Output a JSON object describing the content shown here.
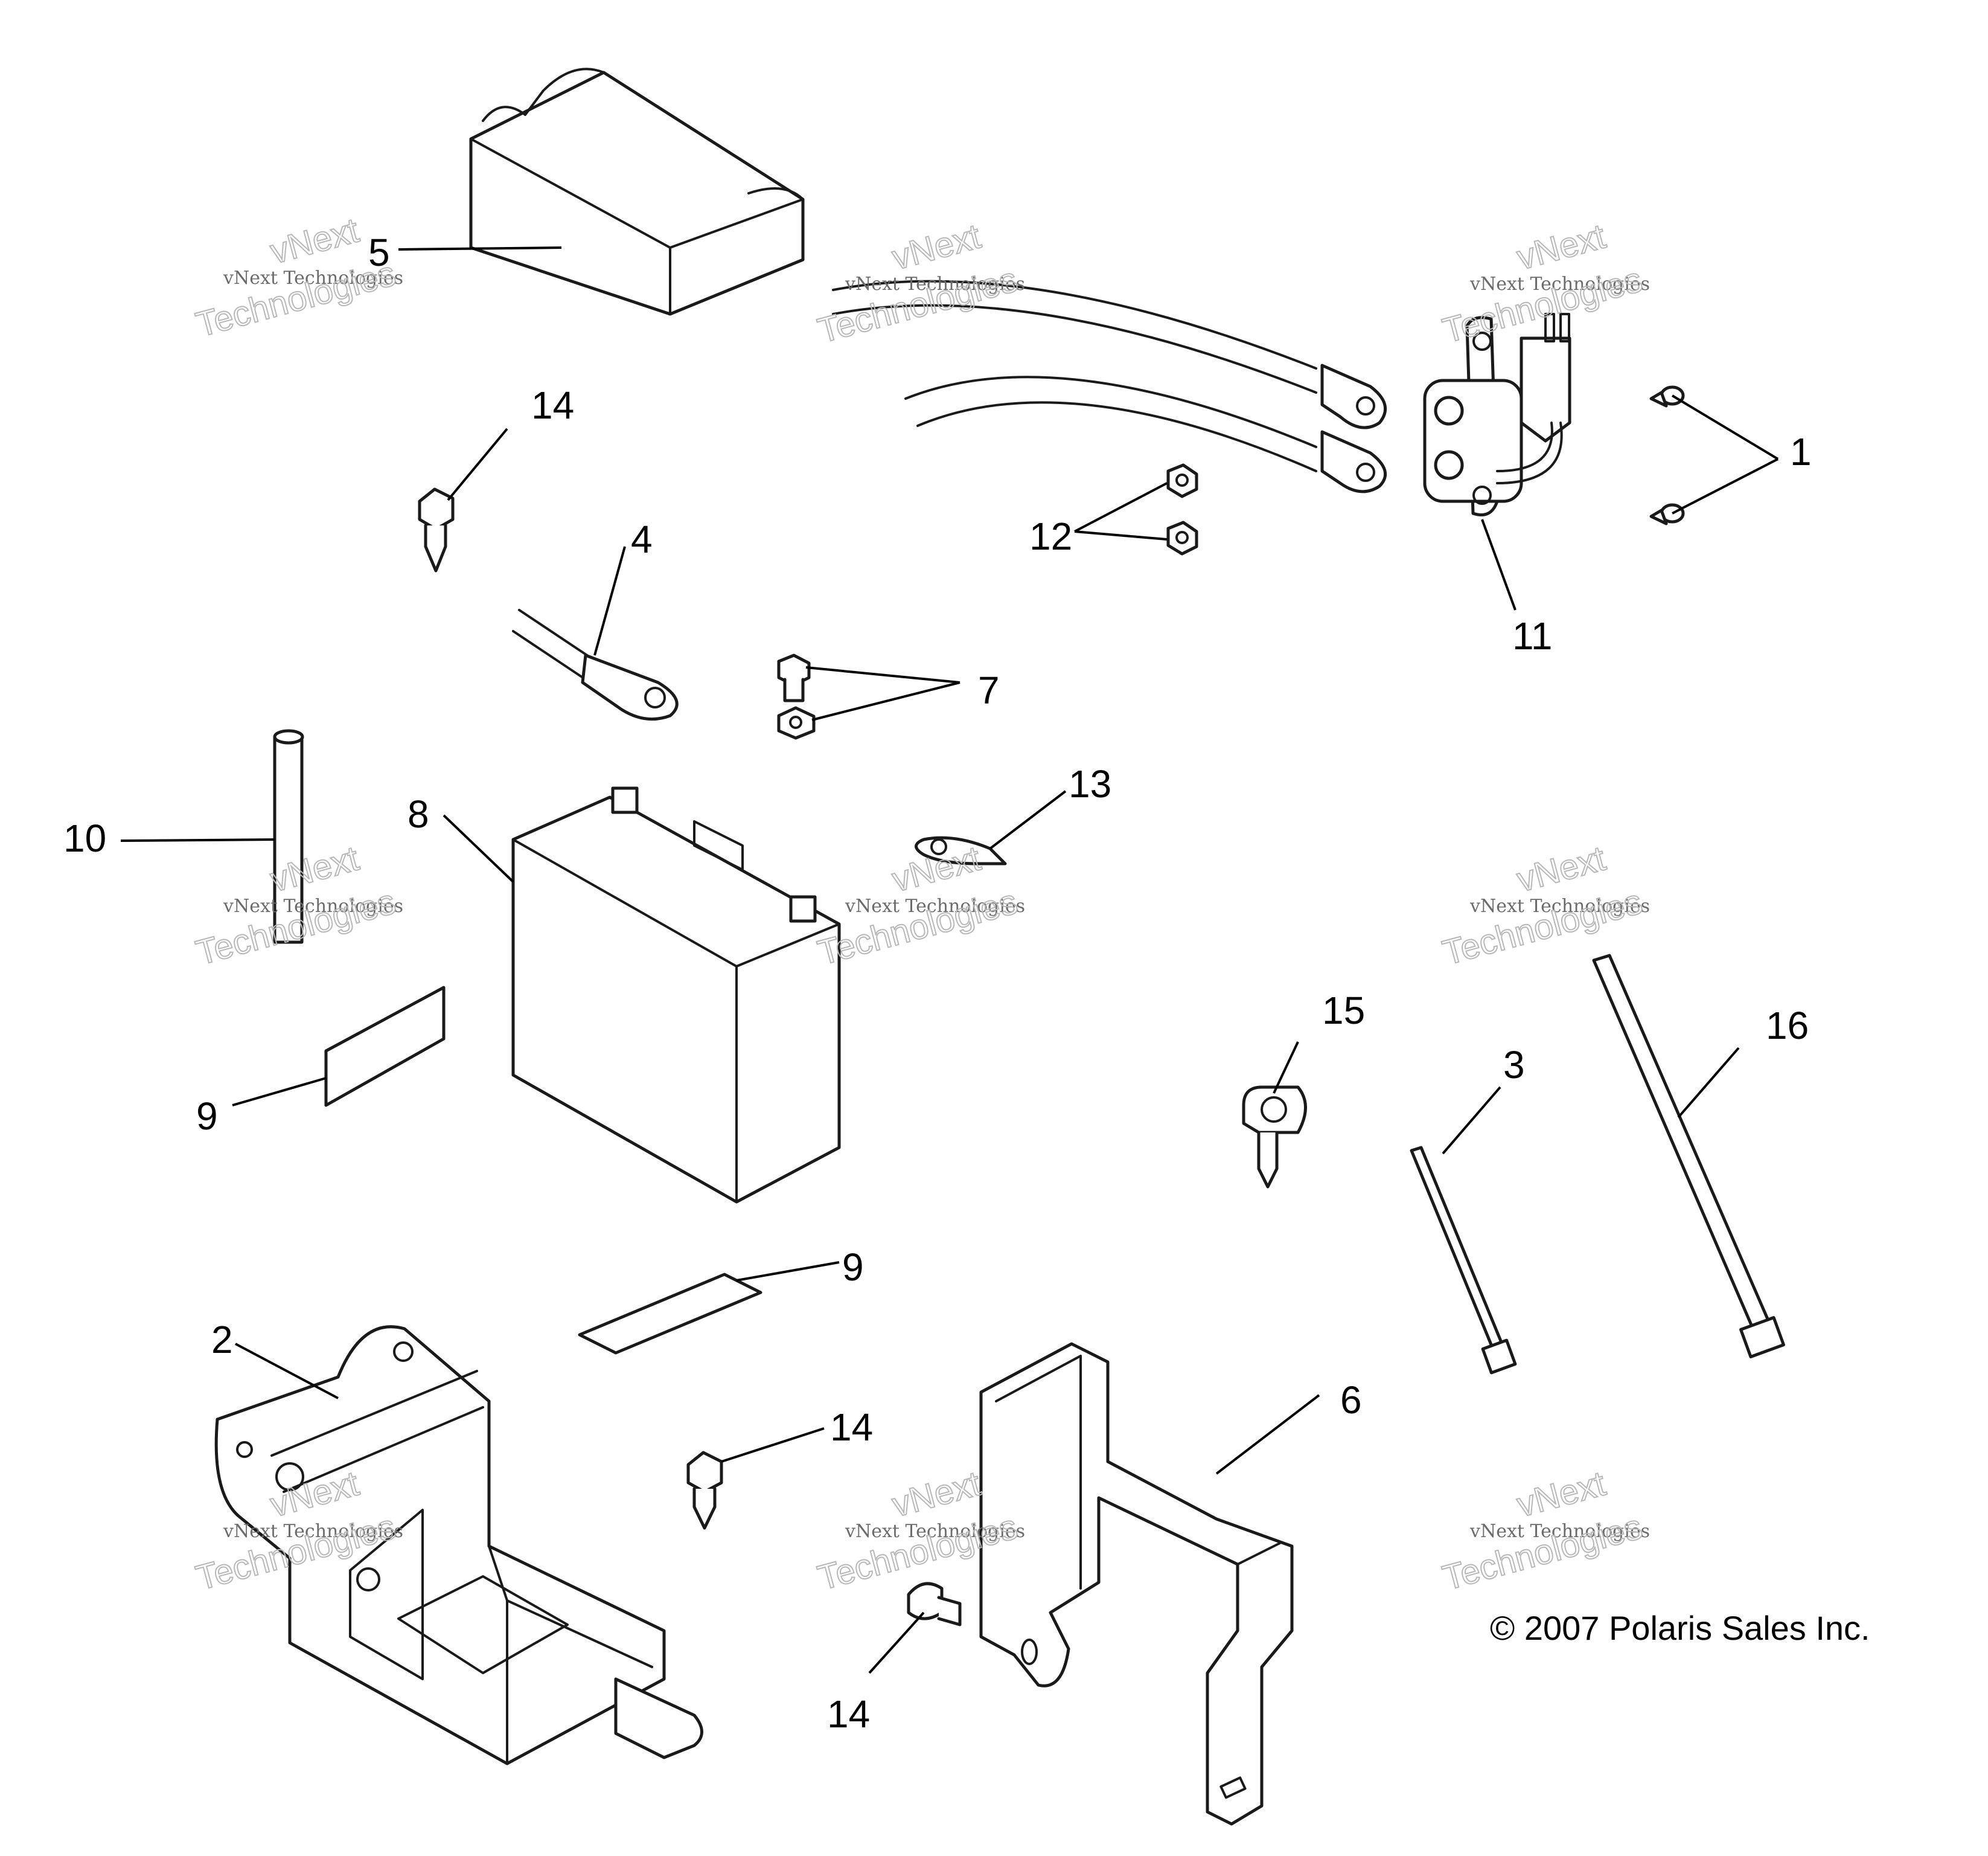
{
  "callouts": {
    "c1": "1",
    "c2": "2",
    "c3": "3",
    "c4": "4",
    "c5": "5",
    "c6": "6",
    "c7": "7",
    "c8": "8",
    "c9a": "9",
    "c9b": "9",
    "c10": "10",
    "c11": "11",
    "c12": "12",
    "c13": "13",
    "c14a": "14",
    "c14b": "14",
    "c14c": "14",
    "c15": "15",
    "c16": "16"
  },
  "watermark": {
    "line1": "vNext Technologies",
    "line2": "vNext",
    "line3": "Technologies"
  },
  "copyright": "© 2007 Polaris Sales Inc."
}
